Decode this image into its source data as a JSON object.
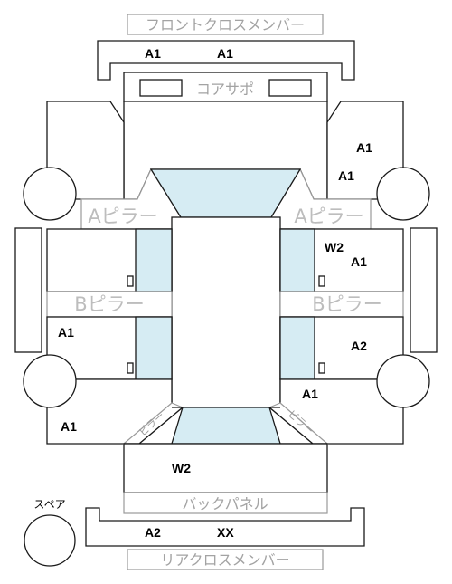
{
  "labels": {
    "front_cross_member": "フロントクロスメンバー",
    "core_support": "コアサポ",
    "a_pillar_left": "Aピラー",
    "a_pillar_right": "Aピラー",
    "b_pillar_left": "Bピラー",
    "b_pillar_right": "Bピラー",
    "back_panel": "バックパネル",
    "rear_cross_member": "リアクロスメンバー",
    "spare": "スペア",
    "corner_left": "ピラー",
    "corner_right": "ピラー"
  },
  "codes": {
    "front_member_left": "A1",
    "front_member_right": "A1",
    "right_fender_upper": "A1",
    "right_fender_lower": "A1",
    "right_front_door_w": "W2",
    "right_front_door_a": "A1",
    "left_rear_door": "A1",
    "right_rear_door": "A2",
    "right_quarter": "A1",
    "left_quarter": "A1",
    "trunk": "W2",
    "rear_member_left": "A2",
    "rear_member_right": "XX"
  },
  "colors": {
    "line": "#1a1a1a",
    "glass": "#d6ecf3",
    "label_grey": "#a3a3a3"
  }
}
